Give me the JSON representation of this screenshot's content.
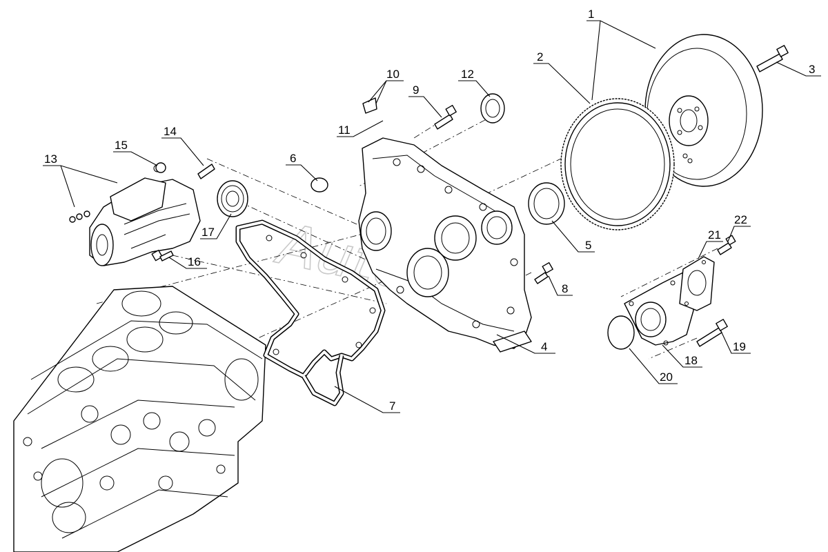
{
  "diagram": {
    "watermark": "AutoSoft",
    "callouts": [
      {
        "id": "1",
        "text": "1"
      },
      {
        "id": "2",
        "text": "2"
      },
      {
        "id": "3",
        "text": "3"
      },
      {
        "id": "4",
        "text": "4"
      },
      {
        "id": "5",
        "text": "5"
      },
      {
        "id": "6",
        "text": "6"
      },
      {
        "id": "7",
        "text": "7"
      },
      {
        "id": "8",
        "text": "8"
      },
      {
        "id": "9",
        "text": "9"
      },
      {
        "id": "10",
        "text": "10"
      },
      {
        "id": "11",
        "text": "11"
      },
      {
        "id": "12",
        "text": "12"
      },
      {
        "id": "13",
        "text": "13"
      },
      {
        "id": "14",
        "text": "14"
      },
      {
        "id": "15",
        "text": "15"
      },
      {
        "id": "16",
        "text": "16"
      },
      {
        "id": "17",
        "text": "17"
      },
      {
        "id": "18",
        "text": "18"
      },
      {
        "id": "19",
        "text": "19"
      },
      {
        "id": "20",
        "text": "20"
      },
      {
        "id": "21",
        "text": "21"
      },
      {
        "id": "22",
        "text": "22"
      }
    ]
  }
}
